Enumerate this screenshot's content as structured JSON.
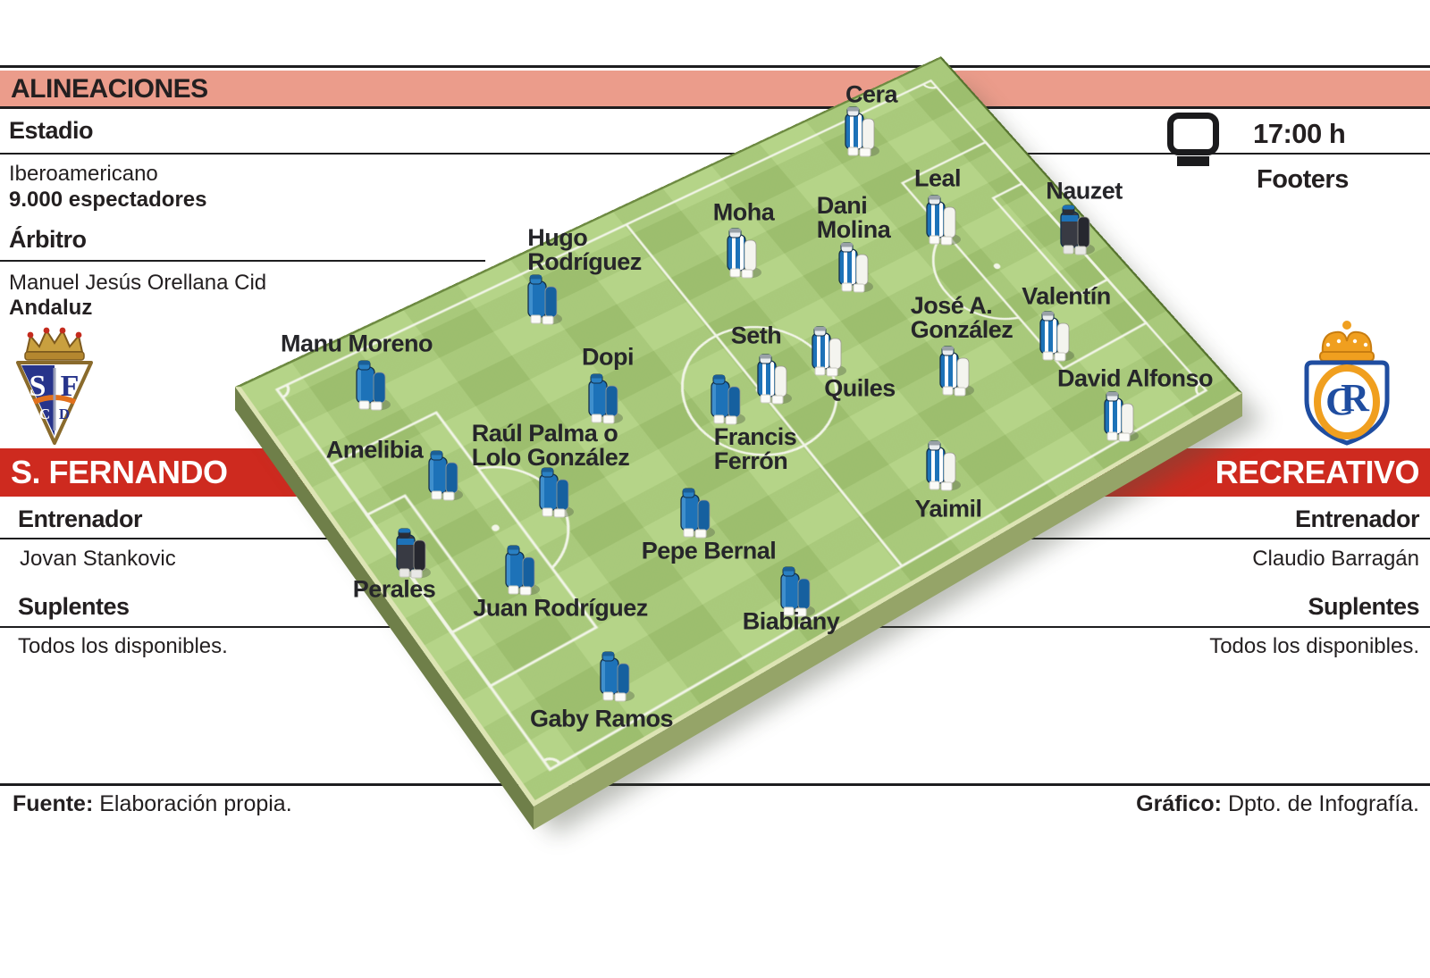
{
  "header": {
    "title": "ALINEACIONES"
  },
  "match": {
    "time": "17:00 h",
    "tv": "Footers"
  },
  "left": {
    "stadium_label": "Estadio",
    "stadium": "Iberoamericano",
    "attendance": "9.000 espectadores",
    "referee_label": "Árbitro",
    "referee": "Manuel Jesús Orellana Cid",
    "referee_region": "Andaluz",
    "team": "S. FERNANDO",
    "coach_label": "Entrenador",
    "coach": "Jovan Stankovic",
    "subs_label": "Suplentes",
    "subs": "Todos los disponibles."
  },
  "right": {
    "team": "RECREATIVO",
    "coach_label": "Entrenador",
    "coach": "Claudio Barragán",
    "subs_label": "Suplentes",
    "subs": "Todos los disponibles."
  },
  "footer": {
    "source_label": "Fuente:",
    "source": "Elaboración propia.",
    "credit_label": "Gráfico:",
    "credit": "Dpto. de Infografía."
  },
  "badges": {
    "sf": {
      "letter_left": "S",
      "letter_right": "F",
      "sub_left": "C",
      "sub_right": "D"
    },
    "rec": {
      "monogram_r": "R",
      "monogram_c": "C"
    }
  },
  "colors": {
    "salmon": "#EB9C8B",
    "band_red": "#CE2A1F",
    "band_red_dark": "#8C1C13",
    "team_blue": "#1D72B8",
    "pitch_light": "#B1D282",
    "pitch_dark": "#A4C674",
    "pitch_side_dark": "#6F7F49",
    "pitch_side_light": "#95A468",
    "line_white": "#F2F5E8"
  },
  "players": [
    {
      "name": "Cera",
      "team": "rec",
      "gk": false,
      "fig": [
        962,
        148
      ],
      "label": [
        975,
        106
      ]
    },
    {
      "name": "Leal",
      "team": "rec",
      "gk": false,
      "fig": [
        1053,
        247
      ],
      "label": [
        1049,
        200
      ]
    },
    {
      "name": "Nauzet",
      "team": "rec",
      "gk": true,
      "fig": [
        1203,
        258
      ],
      "label": [
        1213,
        214
      ]
    },
    {
      "name": "Moha",
      "team": "rec",
      "gk": false,
      "fig": [
        830,
        284
      ],
      "label": [
        832,
        238
      ]
    },
    {
      "name": "Dani\nMolina",
      "team": "rec",
      "gk": false,
      "fig": [
        955,
        300
      ],
      "label": [
        955,
        244
      ]
    },
    {
      "name": "Valentín",
      "team": "rec",
      "gk": false,
      "fig": [
        1180,
        377
      ],
      "label": [
        1193,
        332
      ]
    },
    {
      "name": "José A.\nGonzález",
      "team": "rec",
      "gk": false,
      "fig": [
        1068,
        416
      ],
      "label": [
        1076,
        356
      ]
    },
    {
      "name": "Seth",
      "team": "rec",
      "gk": false,
      "fig": [
        864,
        425
      ],
      "label": [
        846,
        376
      ]
    },
    {
      "name": "Quiles",
      "team": "rec",
      "gk": false,
      "fig": [
        925,
        394
      ],
      "label": [
        962,
        435
      ]
    },
    {
      "name": "David Alfonso",
      "team": "rec",
      "gk": false,
      "fig": [
        1252,
        467
      ],
      "label": [
        1270,
        424
      ]
    },
    {
      "name": "Yaimil",
      "team": "rec",
      "gk": false,
      "fig": [
        1053,
        522
      ],
      "label": [
        1061,
        570
      ]
    },
    {
      "name": "Hugo\nRodríguez",
      "team": "sf",
      "gk": false,
      "fig": [
        607,
        336
      ],
      "label": [
        654,
        280
      ]
    },
    {
      "name": "Manu Moreno",
      "team": "sf",
      "gk": false,
      "fig": [
        415,
        432
      ],
      "label": [
        399,
        385
      ]
    },
    {
      "name": "Dopi",
      "team": "sf",
      "gk": false,
      "fig": [
        675,
        447
      ],
      "label": [
        680,
        400
      ]
    },
    {
      "name": "Amelibia",
      "team": "sf",
      "gk": false,
      "fig": [
        496,
        533
      ],
      "label": [
        419,
        504
      ]
    },
    {
      "name": "Raúl Palma o\nLolo González",
      "team": "sf",
      "gk": false,
      "fig": [
        620,
        552
      ],
      "label": [
        616,
        499
      ]
    },
    {
      "name": "Francis\nFerrón",
      "team": "sf",
      "gk": false,
      "fig": [
        812,
        448
      ],
      "label": [
        845,
        503
      ]
    },
    {
      "name": "Pepe Bernal",
      "team": "sf",
      "gk": false,
      "fig": [
        778,
        575
      ],
      "label": [
        793,
        617
      ]
    },
    {
      "name": "Perales",
      "team": "sf",
      "gk": true,
      "fig": [
        460,
        620
      ],
      "label": [
        441,
        660
      ]
    },
    {
      "name": "Juan Rodríguez",
      "team": "sf",
      "gk": false,
      "fig": [
        582,
        639
      ],
      "label": [
        627,
        681
      ]
    },
    {
      "name": "Biabiany",
      "team": "sf",
      "gk": false,
      "fig": [
        890,
        663
      ],
      "label": [
        885,
        696
      ]
    },
    {
      "name": "Gaby Ramos",
      "team": "sf",
      "gk": false,
      "fig": [
        688,
        758
      ],
      "label": [
        673,
        805
      ]
    }
  ]
}
